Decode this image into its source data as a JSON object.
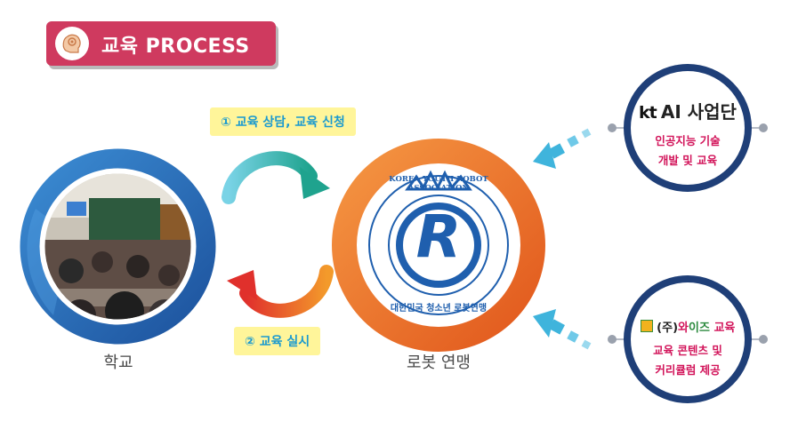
{
  "banner": {
    "title": "교육 PROCESS",
    "icon": "brain-gear-icon"
  },
  "steps": [
    {
      "label": "① 교육 상담, 교육 신청"
    },
    {
      "label": "② 교육 실시"
    }
  ],
  "nodes": {
    "school": {
      "caption": "학교",
      "photo": "classroom-photo"
    },
    "league": {
      "caption": "로봇 연맹",
      "logo_ring_text": "KOREA YOUTH ROBOT ASSOCIATION",
      "logo_korean": "대한민국 청소년 로봇연맹",
      "logo_letter": "R"
    }
  },
  "partners": [
    {
      "logo": "kt",
      "name": "AI 사업단",
      "line1": "인공지능 기술",
      "line2": "개발 및 교육"
    },
    {
      "logo_prefix": "(주)",
      "logo_name_a": "와",
      "logo_name_b": "이즈",
      "logo_name_c": "교육",
      "line1": "교육 콘텐츠 및",
      "line2": "커리큘럼 제공"
    }
  ],
  "colors": {
    "banner": "#cf3a5f",
    "school_blue": "#2a6fb8",
    "league_orange": "#ee6f23",
    "arrow_teal": "#2fb3a5",
    "arrow_red": "#e8452e",
    "partner_navy": "#1f3f78",
    "partner_pink": "#d2145a",
    "step_label_bg": "#fff59a",
    "step_label_text": "#1b9acf"
  }
}
